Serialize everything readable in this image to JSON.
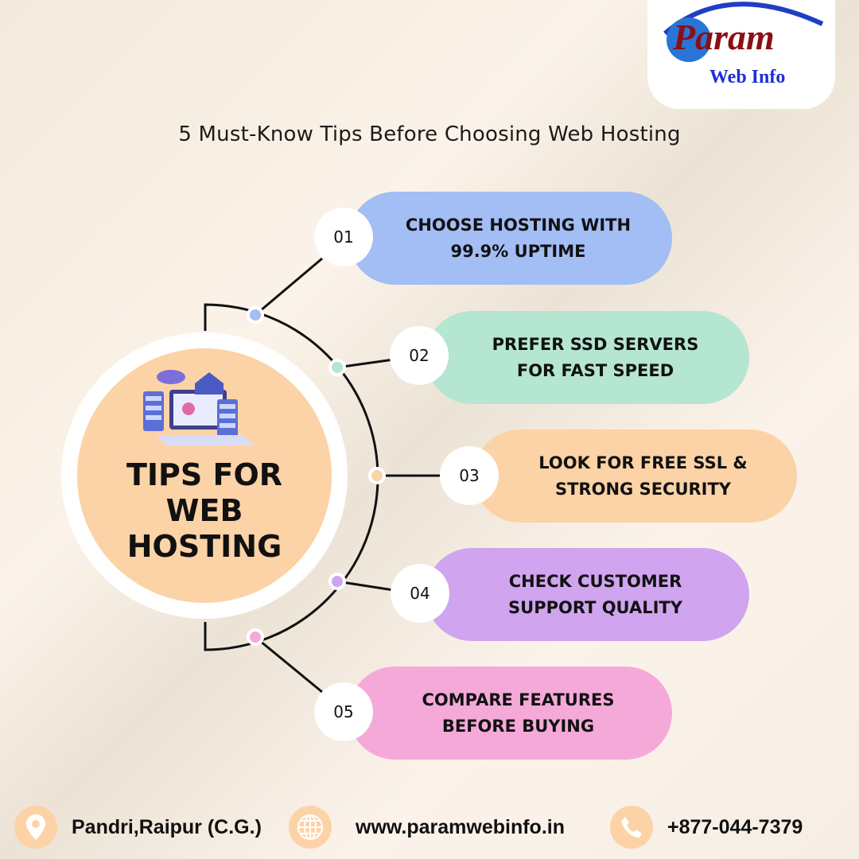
{
  "logo": {
    "brand": "Param",
    "sub": "Web Info"
  },
  "title": "5 Must-Know Tips Before Choosing Web Hosting",
  "center": {
    "line1": "TIPS FOR",
    "line2": "WEB",
    "line3": "HOSTING"
  },
  "tips": [
    {
      "number": "01",
      "line1": "CHOOSE HOSTING WITH",
      "line2": "99.9% UPTIME",
      "color": "#a3bdf5"
    },
    {
      "number": "02",
      "line1": "PREFER SSD SERVERS",
      "line2": "FOR FAST SPEED",
      "color": "#b4e6d2"
    },
    {
      "number": "03",
      "line1": "LOOK FOR FREE SSL &",
      "line2": "STRONG SECURITY",
      "color": "#fcd3a6"
    },
    {
      "number": "04",
      "line1": "CHECK CUSTOMER",
      "line2": "SUPPORT QUALITY",
      "color": "#d0a4ee"
    },
    {
      "number": "05",
      "line1": "COMPARE FEATURES",
      "line2": "BEFORE BUYING",
      "color": "#f5a9d9"
    }
  ],
  "footer": {
    "address": "Pandri,Raipur (C.G.)",
    "website": "www.paramwebinfo.in",
    "phone": "+877-044-7379"
  }
}
